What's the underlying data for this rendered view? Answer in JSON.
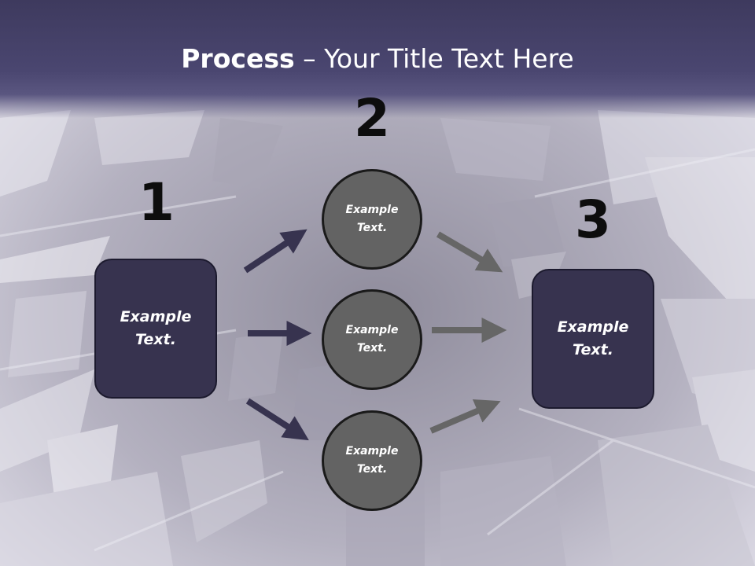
{
  "title": {
    "bold": "Process",
    "rest": " – Your Title Text Here"
  },
  "steps": [
    {
      "number": "1",
      "text": "Example\nText."
    },
    {
      "number": "2",
      "text": "Example\nText."
    },
    {
      "number": "3",
      "text": "Example\nText."
    }
  ],
  "circles": [
    {
      "text": "Example\nText."
    },
    {
      "text": "Example\nText."
    },
    {
      "text": "Example\nText."
    }
  ],
  "colors": {
    "title_bar": "#3e3a5e",
    "box_fill": "#37334f",
    "circle_fill": "#636363",
    "arrow_dark": "#37334f",
    "arrow_gray": "#666666"
  }
}
